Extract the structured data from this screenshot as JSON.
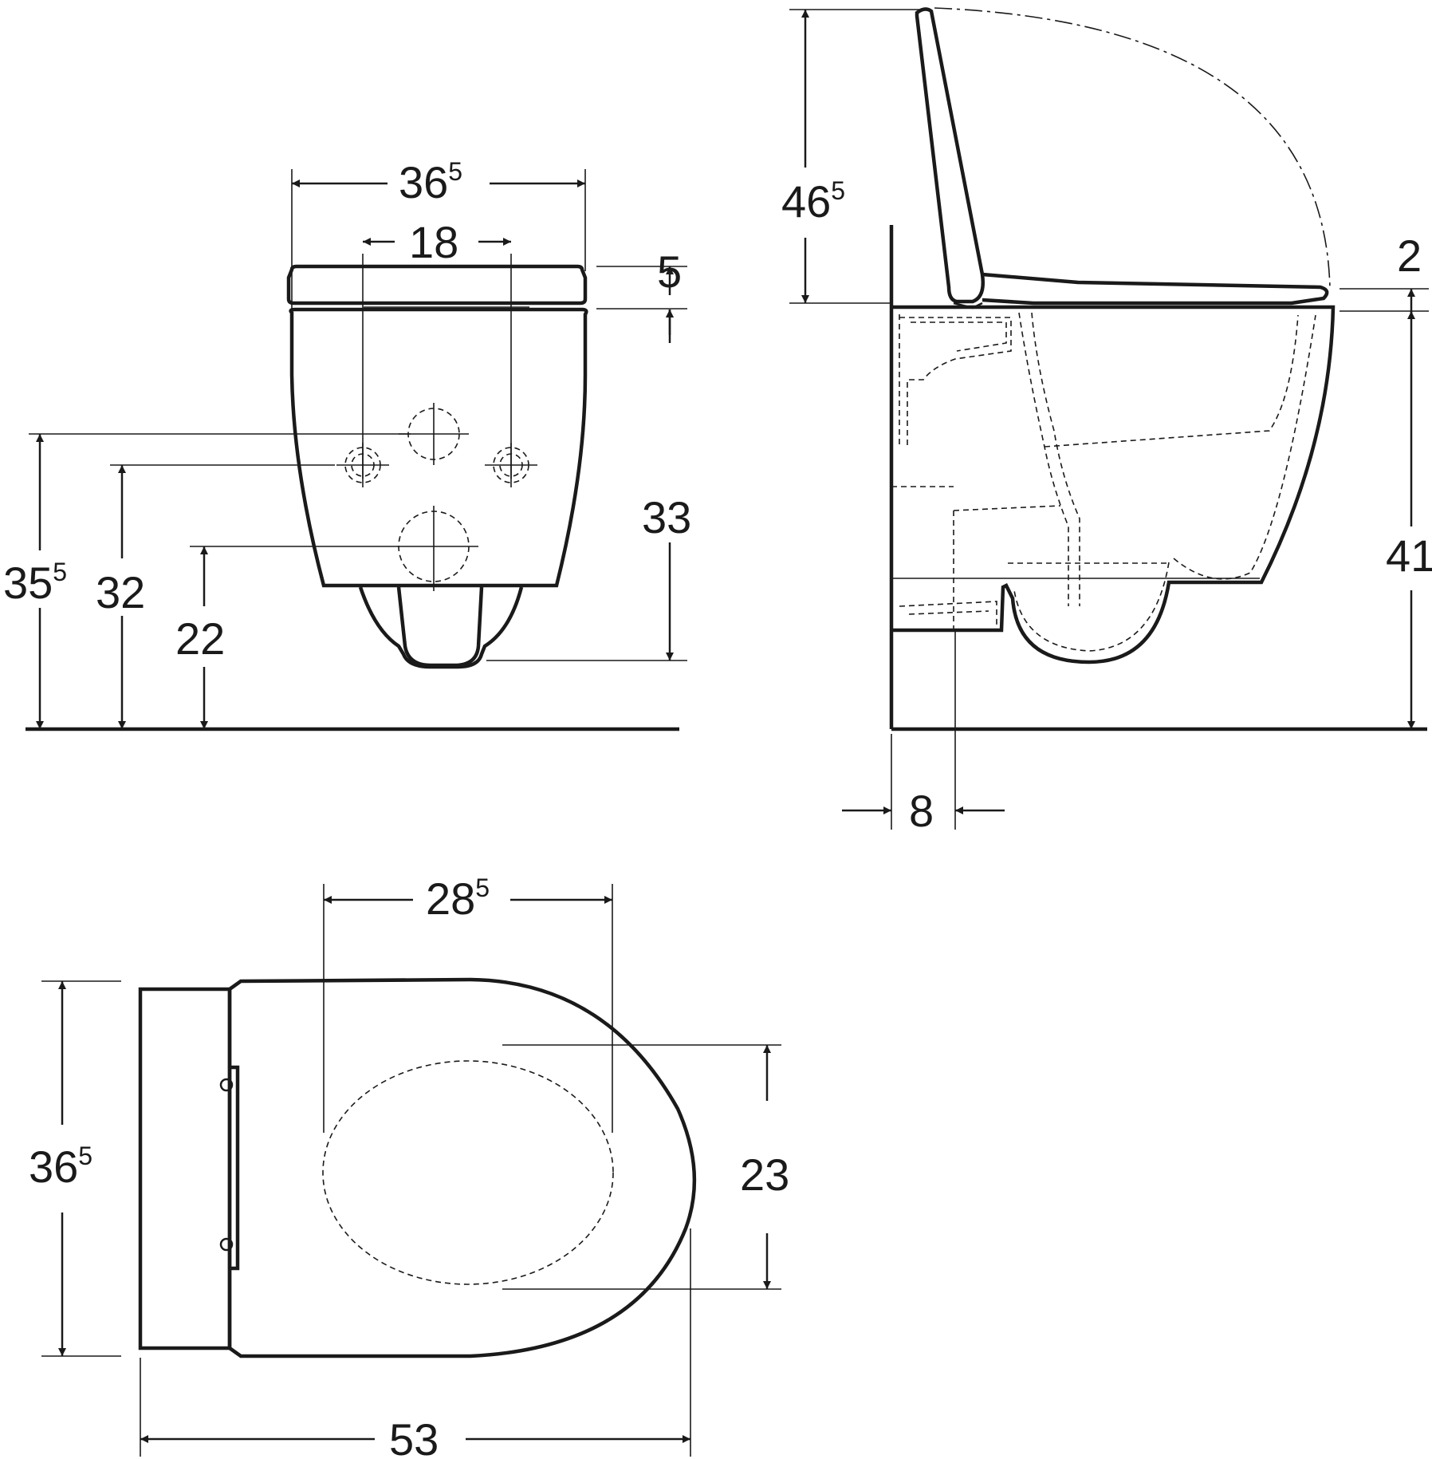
{
  "colors": {
    "ink": "#1a1a1a",
    "background": "#ffffff"
  },
  "front_view": {
    "dims": {
      "total_width": {
        "main": "36",
        "sup": "5"
      },
      "fixing_spacing": {
        "main": "18",
        "sup": ""
      },
      "seat_thickness": {
        "main": "5",
        "sup": ""
      },
      "bowl_height": {
        "main": "33",
        "sup": ""
      },
      "fixing_height_upper": {
        "main": "35",
        "sup": "5"
      },
      "fixing_height_lower": {
        "main": "32",
        "sup": ""
      },
      "outlet_height": {
        "main": "22",
        "sup": ""
      }
    }
  },
  "side_view": {
    "dims": {
      "lid_height": {
        "main": "46",
        "sup": "5"
      },
      "seat_offset": {
        "main": "2",
        "sup": ""
      },
      "rim_height": {
        "main": "41",
        "sup": ""
      },
      "wall_distance": {
        "main": "8",
        "sup": ""
      }
    }
  },
  "top_view": {
    "dims": {
      "opening_width": {
        "main": "28",
        "sup": "5"
      },
      "total_width": {
        "main": "36",
        "sup": "5"
      },
      "opening_length": {
        "main": "23",
        "sup": ""
      },
      "total_length": {
        "main": "53",
        "sup": ""
      }
    }
  }
}
